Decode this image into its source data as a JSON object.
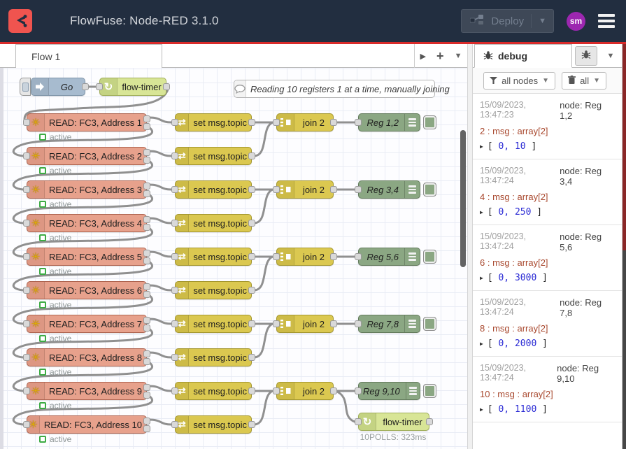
{
  "header": {
    "title": "FlowFuse: Node-RED 3.1.0",
    "deploy_label": "Deploy",
    "avatar_text": "sm"
  },
  "workspace": {
    "flow_tab": "Flow 1"
  },
  "canvas": {
    "inject_label": "Go",
    "timer_top_label": "flow-timer",
    "comment_label": "Reading 10 registers 1 at a time, manually joining",
    "rows": [
      {
        "read": "READ: FC3, Address 1",
        "status": "active",
        "set": "set msg.topic"
      },
      {
        "read": "READ: FC3, Address 2",
        "status": "active",
        "set": "set msg.topic"
      },
      {
        "read": "READ: FC3, Address 3",
        "status": "active",
        "set": "set msg.topic"
      },
      {
        "read": "READ: FC3, Address 4",
        "status": "active",
        "set": "set msg.topic"
      },
      {
        "read": "READ: FC3, Address 5",
        "status": "active",
        "set": "set msg.topic"
      },
      {
        "read": "READ: FC3, Address 6",
        "status": "active",
        "set": "set msg.topic"
      },
      {
        "read": "READ: FC3, Address 7",
        "status": "active",
        "set": "set msg.topic"
      },
      {
        "read": "READ: FC3, Address 8",
        "status": "active",
        "set": "set msg.topic"
      },
      {
        "read": "READ: FC3, Address 9",
        "status": "active",
        "set": "set msg.topic"
      },
      {
        "read": "READ: FC3, Address 10",
        "status": "active",
        "set": "set msg.topic"
      }
    ],
    "joins": [
      {
        "label": "join 2",
        "reg": "Reg 1,2"
      },
      {
        "label": "join 2",
        "reg": "Reg 3,4"
      },
      {
        "label": "join 2",
        "reg": "Reg 5,6"
      },
      {
        "label": "join 2",
        "reg": "Reg 7,8"
      },
      {
        "label": "join 2",
        "reg": "Reg 9,10"
      }
    ],
    "timer_bottom_label": "flow-timer",
    "timer_bottom_status": "10POLLS: 323ms"
  },
  "sidebar": {
    "tab_label": "debug",
    "filter_label": "all nodes",
    "clear_label": "all",
    "messages": [
      {
        "ts": "15/09/2023, 13:47:23",
        "node": "node: Reg 1,2",
        "meta": "2 : msg : array[2]",
        "open": "[",
        "nums": "0, 10",
        "close": "]"
      },
      {
        "ts": "15/09/2023, 13:47:24",
        "node": "node: Reg 3,4",
        "meta": "4 : msg : array[2]",
        "open": "[",
        "nums": "0, 250",
        "close": "]"
      },
      {
        "ts": "15/09/2023, 13:47:24",
        "node": "node: Reg 5,6",
        "meta": "6 : msg : array[2]",
        "open": "[",
        "nums": "0, 3000",
        "close": "]"
      },
      {
        "ts": "15/09/2023, 13:47:24",
        "node": "node: Reg 7,8",
        "meta": "8 : msg : array[2]",
        "open": "[",
        "nums": "0, 2000",
        "close": "]"
      },
      {
        "ts": "15/09/2023, 13:47:24",
        "node": "node: Reg 9,10",
        "meta": "10 : msg : array[2]",
        "open": "[",
        "nums": "0, 1100",
        "close": "]"
      }
    ]
  },
  "colors": {
    "header_bg": "#222e40",
    "header_accent_red": "#d92b2b",
    "logo_red": "#f0544f",
    "avatar_purple": "#9c27b0",
    "node_read_salmon": "#e7a18c",
    "node_yellow": "#dbc850",
    "node_debug_green": "#8ba783",
    "node_timer_green": "#d8e596",
    "node_inject_blue": "#a7bbcf",
    "status_green": "#3cab44",
    "wire_gray": "#909090",
    "debug_meta_red": "#a9492f",
    "debug_number_blue": "#2a2ad4"
  }
}
